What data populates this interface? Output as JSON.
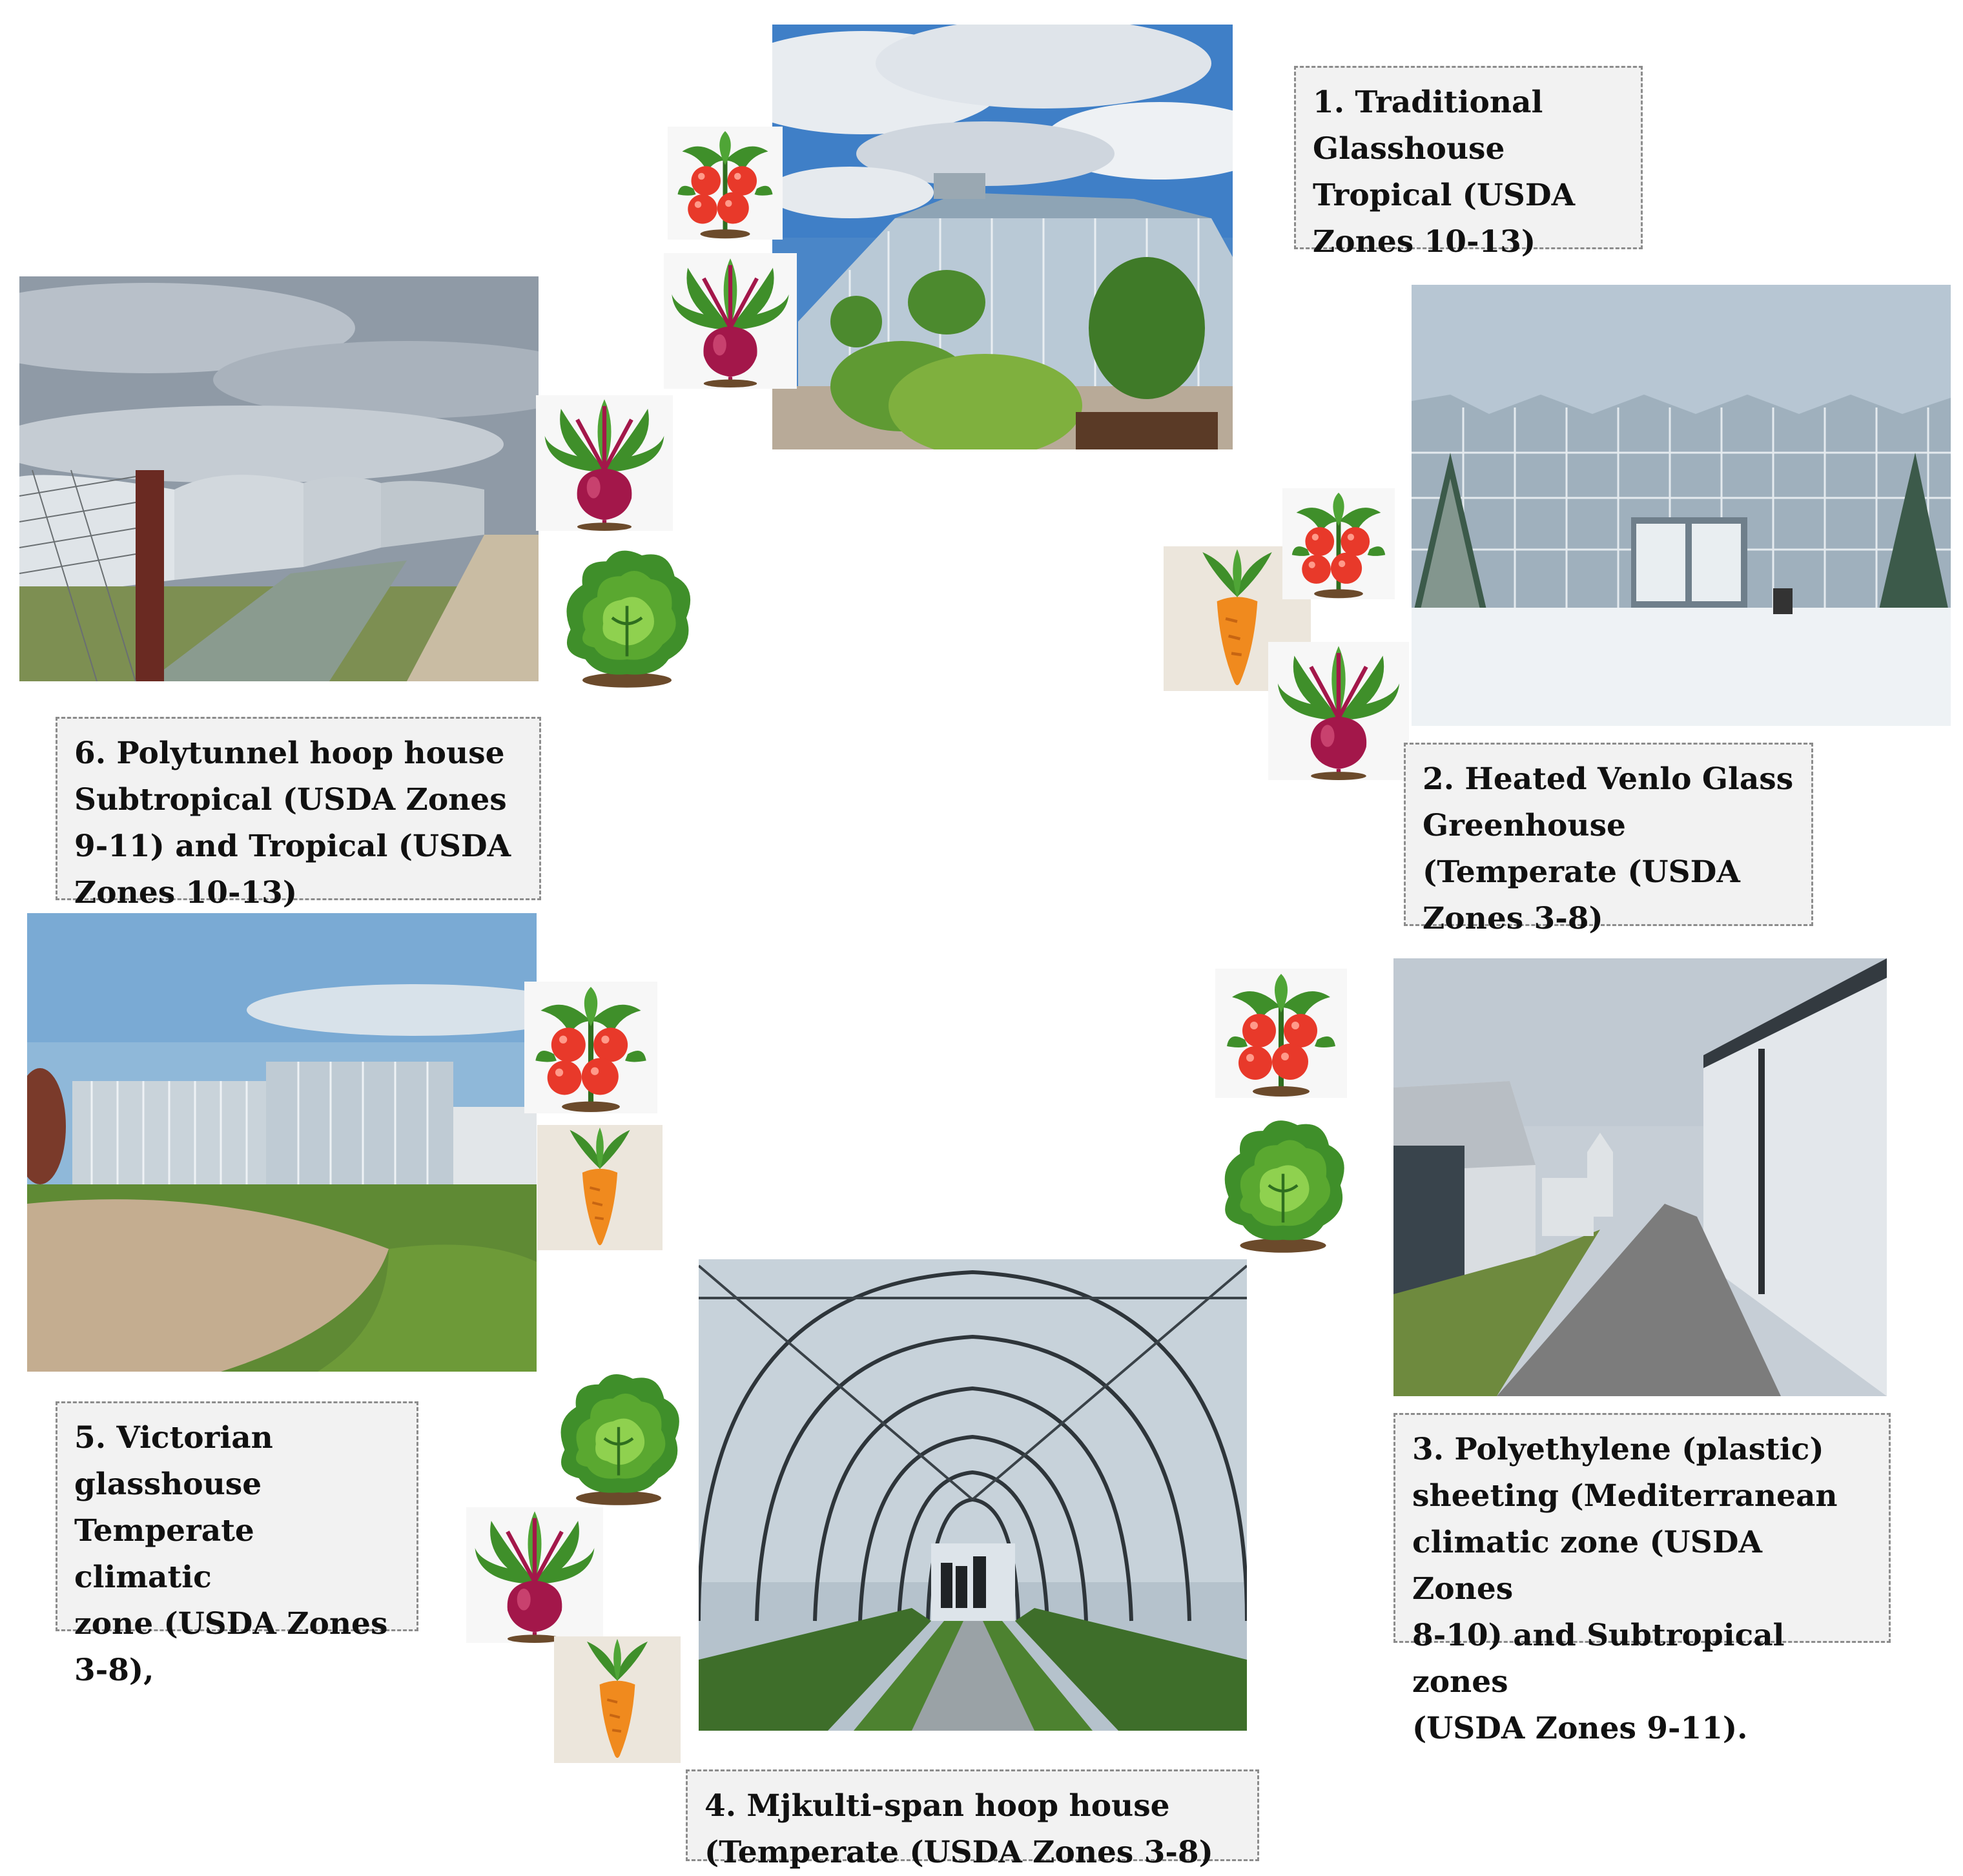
{
  "labels": {
    "l1": "1. Traditional\nGlasshouse\nTropical (USDA\nZones 10-13)",
    "l2": "2. Heated Venlo Glass\nGreenhouse\n(Temperate (USDA\nZones 3-8)",
    "l3": "3. Polyethylene (plastic)\nsheeting (Mediterranean\nclimatic zone (USDA Zones\n8-10) and Subtropical zones\n(USDA Zones 9-11).",
    "l4": "4. Mjkulti-span hoop house\n(Temperate (USDA Zones 3-8)",
    "l5": "5. Victorian\nglasshouse\nTemperate climatic\nzone (USDA Zones\n3-8),",
    "l6": "6. Polytunnel hoop house\nSubtropical (USDA Zones\n9-11) and Tropical (USDA\nZones 10-13)"
  },
  "colors": {
    "label_bg": "#f2f2f2",
    "label_border": "#8c8c8c",
    "tomato": "#e8392a",
    "leaf": "#3f8f2a",
    "beet": "#a3174a",
    "carrot": "#f08a1e",
    "lettuce": "#5aa830"
  },
  "icons": [
    "tomato-icon",
    "beetroot-icon",
    "lettuce-icon",
    "carrot-icon"
  ]
}
